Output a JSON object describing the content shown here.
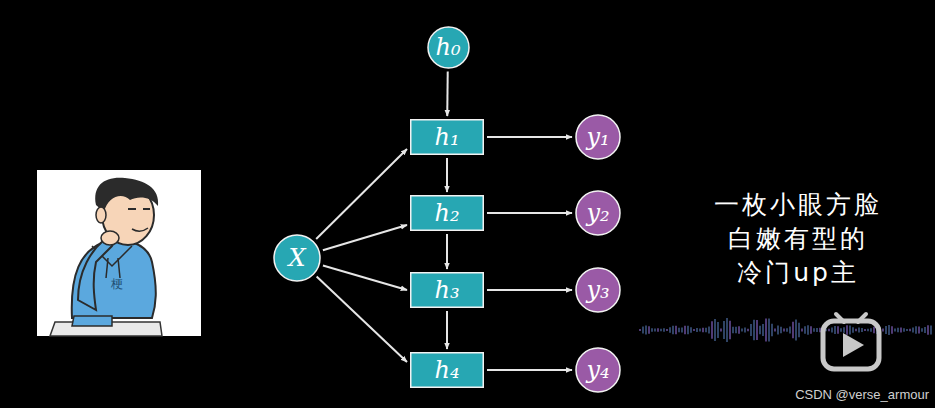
{
  "diagram": {
    "nodes": [
      {
        "text": [
          "h₀"
        ]
      },
      {
        "text": [
          "X"
        ]
      },
      {
        "text": [
          "h₁"
        ]
      },
      {
        "text": [
          "h₂"
        ]
      },
      {
        "text": [
          "h₃"
        ]
      },
      {
        "text": [
          "h₄"
        ]
      },
      {
        "text": [
          "y₁"
        ]
      },
      {
        "text": [
          "y₂"
        ]
      },
      {
        "text": [
          "y₃"
        ]
      },
      {
        "text": [
          "y₄"
        ]
      }
    ],
    "edges": [
      {
        "from": 0,
        "to": 2,
        "arrow": "to"
      },
      {
        "from": 2,
        "to": 3,
        "arrow": "to"
      },
      {
        "from": 3,
        "to": 4,
        "arrow": "to"
      },
      {
        "from": 4,
        "to": 5,
        "arrow": "to"
      },
      {
        "from": 1,
        "to": 2,
        "arrow": "to"
      },
      {
        "from": 1,
        "to": 3,
        "arrow": "to"
      },
      {
        "from": 1,
        "to": 4,
        "arrow": "to"
      },
      {
        "from": 1,
        "to": 5,
        "arrow": "to"
      },
      {
        "from": 2,
        "to": 6,
        "arrow": "to"
      },
      {
        "from": 3,
        "to": 7,
        "arrow": "to"
      },
      {
        "from": 4,
        "to": 8,
        "arrow": "to"
      },
      {
        "from": 5,
        "to": 9,
        "arrow": "to"
      }
    ],
    "labels": [
      "梗",
      "一枚小眼方脸 白嫩有型的 冷门up主",
      "CSDN @verse_armour"
    ]
  }
}
